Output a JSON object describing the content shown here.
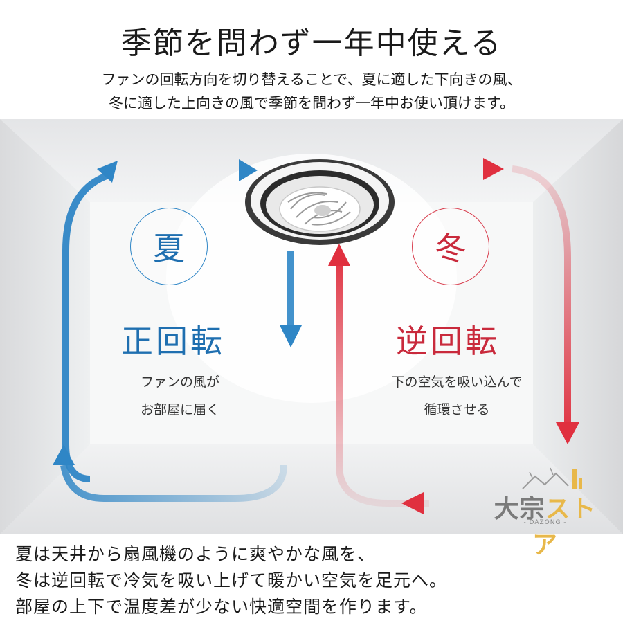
{
  "header": {
    "title": "季節を問わず一年中使える",
    "subtitle_lines": [
      "ファンの回転方向を切り替えることで、夏に適した下向きの風、",
      "冬に適した上向きの風で季節を問わず一年中お使い頂けます。"
    ]
  },
  "summer": {
    "season_label": "夏",
    "mode_label": "正回転",
    "desc_lines": [
      "ファンの風が",
      "お部屋に届く"
    ],
    "color": "#2f86c6"
  },
  "winter": {
    "season_label": "冬",
    "mode_label": "逆回転",
    "desc_lines": [
      "下の空気を吸い込んで",
      "循環させる"
    ],
    "color": "#d94050"
  },
  "brand": {
    "name_part1": "大宗",
    "name_part2": "ストア",
    "sub": "- DAZONG -",
    "icon": "house-logo-icon"
  },
  "footer": {
    "lines": [
      "夏は天井から扇風機のように爽やかな風を、",
      "冬は逆回転で冷気を吸い上げて暖かい空気を足元へ。",
      "部屋の上下で温度差が少ない快適空間を作ります。"
    ]
  }
}
